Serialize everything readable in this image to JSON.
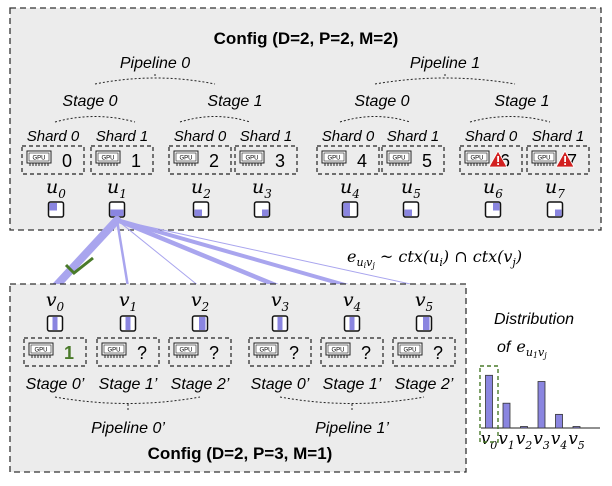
{
  "top_config": {
    "title": "Config (D=2, P=2, M=2)",
    "pipelines": [
      "Pipeline 0",
      "Pipeline 1"
    ],
    "stages": [
      "Stage 0",
      "Stage 1",
      "Stage 0",
      "Stage 1"
    ],
    "shards": [
      "Shard 0",
      "Shard 1",
      "Shard 0",
      "Shard 1",
      "Shard 0",
      "Shard 1",
      "Shard 0",
      "Shard 1"
    ],
    "gpus": [
      {
        "label": "GPU",
        "num": "0",
        "warning": false
      },
      {
        "label": "GPU",
        "num": "1",
        "warning": false
      },
      {
        "label": "GPU",
        "num": "2",
        "warning": false
      },
      {
        "label": "GPU",
        "num": "3",
        "warning": false
      },
      {
        "label": "GPU",
        "num": "4",
        "warning": false
      },
      {
        "label": "GPU",
        "num": "5",
        "warning": false
      },
      {
        "label": "GPU",
        "num": "6",
        "warning": true
      },
      {
        "label": "GPU",
        "num": "7",
        "warning": true
      }
    ],
    "nodes": [
      {
        "var": "u",
        "sub": "0",
        "fill": "top-left"
      },
      {
        "var": "u",
        "sub": "1",
        "fill": "bottom"
      },
      {
        "var": "u",
        "sub": "2",
        "fill": "bottom-left"
      },
      {
        "var": "u",
        "sub": "3",
        "fill": "bottom-right"
      },
      {
        "var": "u",
        "sub": "4",
        "fill": "left"
      },
      {
        "var": "u",
        "sub": "5",
        "fill": "bottom-left"
      },
      {
        "var": "u",
        "sub": "6",
        "fill": "top-right"
      },
      {
        "var": "u",
        "sub": "7",
        "fill": "bottom-right"
      }
    ]
  },
  "edge_formula": {
    "e": "e",
    "e_sub_u": "u",
    "e_sub_u_sub": "i",
    "e_sub_v": "v",
    "e_sub_v_sub": "j",
    "rest_a": " ~ ctx(u",
    "i": "i",
    "rest_b": ") ∩ ctx(v",
    "j": "j",
    "rest_c": ")"
  },
  "bottom_config": {
    "title": "Config (D=2, P=3, M=1)",
    "pipelines": [
      "Pipeline 0’",
      "Pipeline 1’"
    ],
    "stages": [
      "Stage 0’",
      "Stage 1’",
      "Stage 2’",
      "Stage 0’",
      "Stage 1’",
      "Stage 2’"
    ],
    "gpus": [
      {
        "label": "GPU",
        "num": "1",
        "green": true
      },
      {
        "label": "GPU",
        "num": "?",
        "green": false
      },
      {
        "label": "GPU",
        "num": "?",
        "green": false
      },
      {
        "label": "GPU",
        "num": "?",
        "green": false
      },
      {
        "label": "GPU",
        "num": "?",
        "green": false
      },
      {
        "label": "GPU",
        "num": "?",
        "green": false
      }
    ],
    "nodes": [
      {
        "var": "v",
        "sub": "0"
      },
      {
        "var": "v",
        "sub": "1"
      },
      {
        "var": "v",
        "sub": "2"
      },
      {
        "var": "v",
        "sub": "3"
      },
      {
        "var": "v",
        "sub": "4"
      },
      {
        "var": "v",
        "sub": "5"
      }
    ]
  },
  "distribution": {
    "title_line1": "Distribution",
    "title_line2": "of",
    "e": "e",
    "sub_u": "u",
    "sub_u_sub": "1",
    "sub_v": "v",
    "sub_v_sub": "j",
    "x_labels": [
      {
        "var": "v",
        "sub": "0"
      },
      {
        "var": "v",
        "sub": "1"
      },
      {
        "var": "v",
        "sub": "2"
      },
      {
        "var": "v",
        "sub": "3"
      },
      {
        "var": "v",
        "sub": "4"
      },
      {
        "var": "v",
        "sub": "5"
      }
    ],
    "bar_values": [
      0.85,
      0.4,
      0.02,
      0.75,
      0.22,
      0.02
    ],
    "highlight_index": 0
  },
  "colors": {
    "accent": "#9b96e8",
    "accent_fill": "#8a85e0",
    "panel_bg": "#ececec",
    "check_green": "#4a7a2a",
    "warn_red": "#d22020",
    "edge": "#a9a5ee"
  }
}
